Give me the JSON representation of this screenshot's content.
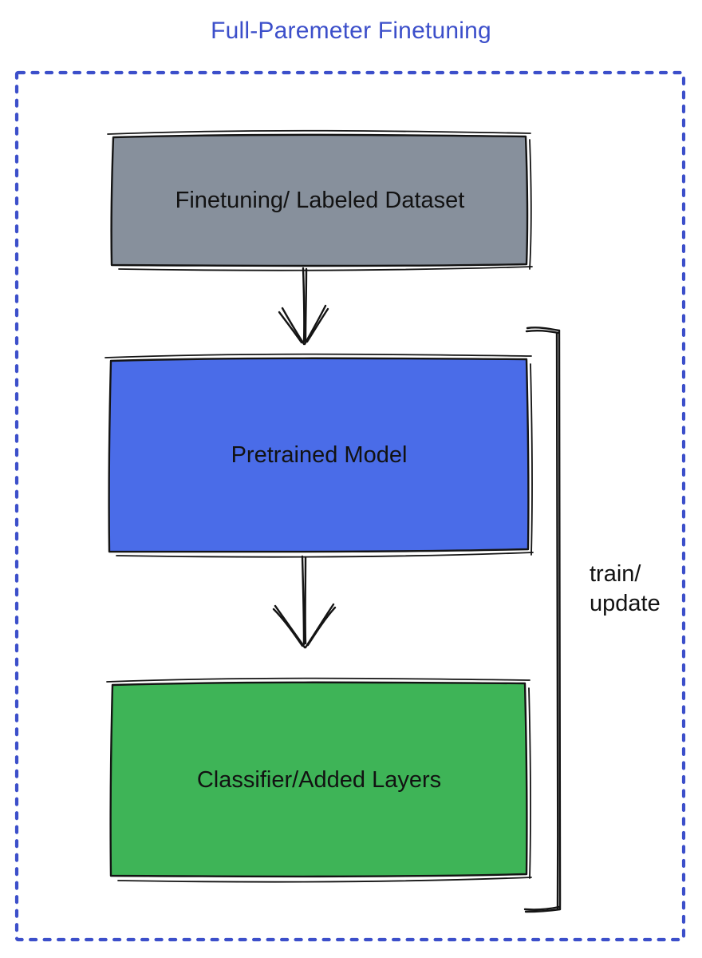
{
  "title": "Full-Paremeter Finetuning",
  "colors": {
    "title": "#3c4fca",
    "outer_border": "#3c4fca",
    "sketch_stroke": "#141414",
    "label_text": "#121212",
    "box_dataset_fill": "#87909c",
    "box_pretrained_fill": "#4a6ce8",
    "box_classifier_fill": "#3eb457"
  },
  "boxes": [
    {
      "label": "Finetuning/ Labeled Dataset"
    },
    {
      "label": "Pretrained Model"
    },
    {
      "label": "Classifier/Added Layers"
    }
  ],
  "bracket": {
    "lines": [
      "train/",
      "update"
    ]
  }
}
